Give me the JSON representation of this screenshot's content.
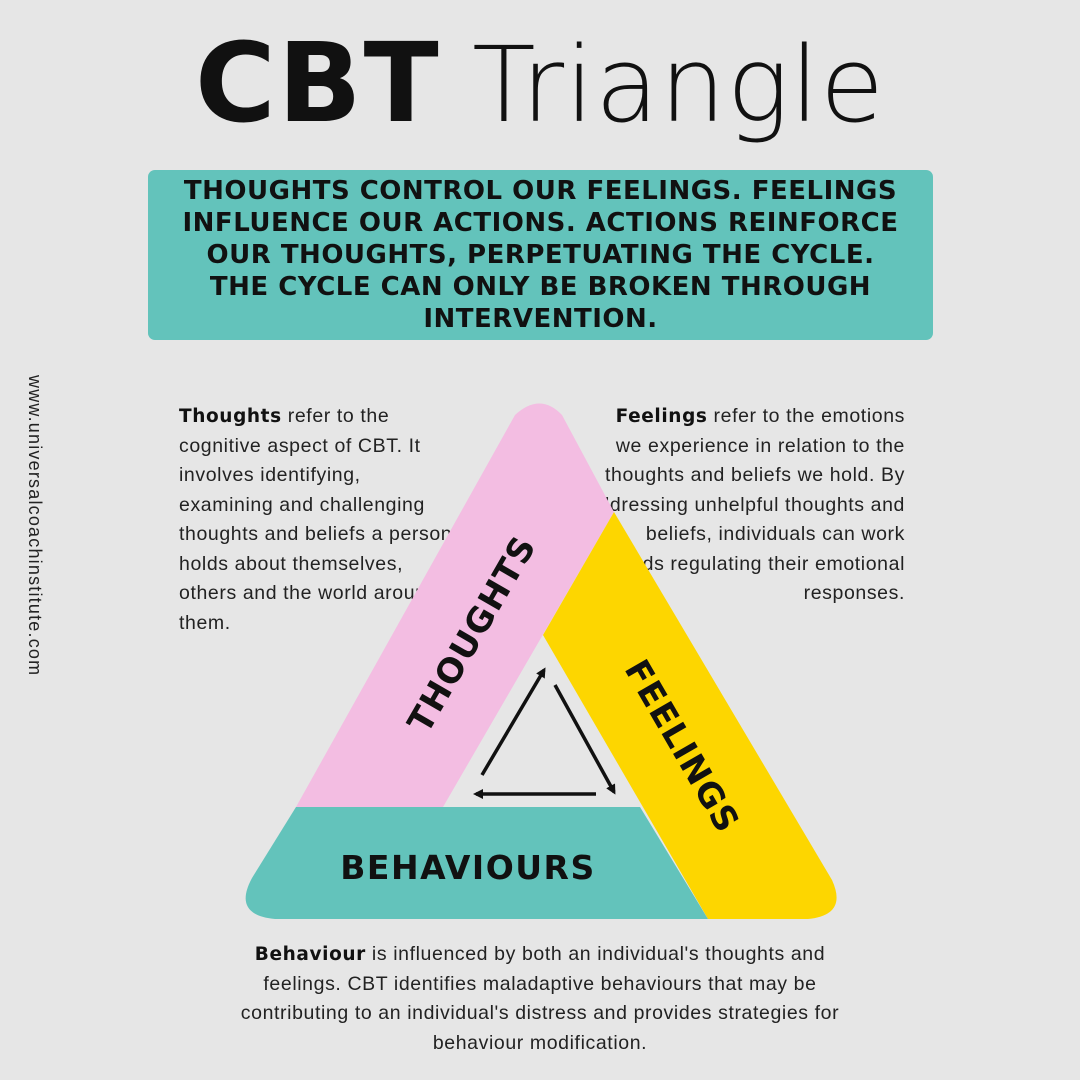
{
  "title": {
    "bold": "CBT",
    "light": "Triangle"
  },
  "banner": {
    "text": "THOUGHTS CONTROL OUR FEELINGS. FEELINGS INFLUENCE OUR ACTIONS. ACTIONS REINFORCE OUR THOUGHTS, PERPETUATING THE CYCLE. THE CYCLE CAN ONLY BE BROKEN THROUGH INTERVENTION."
  },
  "website": "www.universalcoachinstitute.com",
  "thoughts": {
    "label": "THOUGHTS",
    "color": "#f3bde2",
    "desc_term": "Thoughts",
    "desc_text": " refer to the cognitive aspect of CBT. It involves identifying, examining and challenging thoughts and beliefs a person holds about themselves, others and the world around them."
  },
  "feelings": {
    "label": "FEELINGS",
    "color": "#fdd600",
    "desc_term": "Feelings",
    "desc_text": " refer to the emotions we experience in relation to the thoughts and beliefs we hold. By addressing unhelpful thoughts and beliefs, individuals can work towards regulating their emotional responses."
  },
  "behaviours": {
    "label": "BEHAVIOURS",
    "color": "#63c3bb",
    "desc_term": "Behaviour",
    "desc_text": " is influenced by both an individual's thoughts and feelings. CBT identifies maladaptive behaviours that may be contributing to an individual's distress and provides strategies for behaviour modification."
  },
  "colors": {
    "background": "#e6e6e6",
    "banner": "#63c3bb",
    "text": "#111111"
  }
}
